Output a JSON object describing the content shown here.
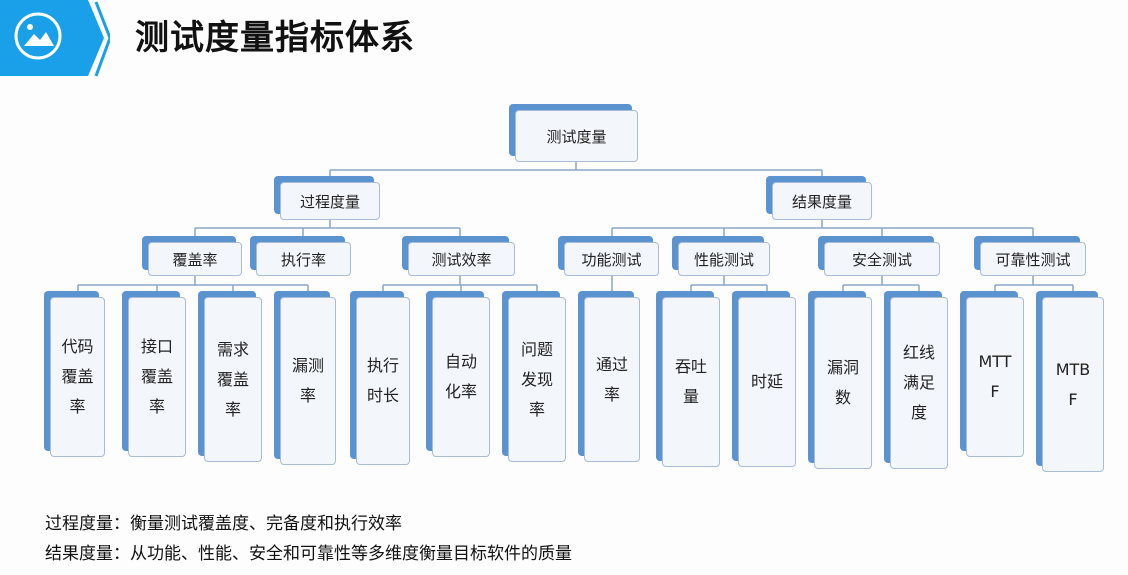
{
  "title": "测试度量指标体系",
  "header_icon": "image-icon",
  "colors": {
    "accent": "#1aa0e8",
    "node_shadow": "#5b93d0",
    "line": "#8aa6c4"
  },
  "tree": {
    "root": "测试度量",
    "level1": [
      "过程度量",
      "结果度量"
    ],
    "level2": [
      "覆盖率",
      "执行率",
      "测试效率",
      "功能测试",
      "性能测试",
      "安全测试",
      "可靠性测试"
    ],
    "leaves": [
      "代码\n覆盖\n率",
      "接口\n覆盖\n率",
      "需求\n覆盖\n率",
      "漏测\n率",
      "执行\n时长",
      "自动\n化率",
      "问题\n发现\n率",
      "通过\n率",
      "吞吐\n量",
      "时延",
      "漏洞\n数",
      "红线\n满足\n度",
      "MTT\nF",
      "MTB\nF"
    ]
  },
  "notes": [
    "过程度量：衡量测试覆盖度、完备度和执行效率",
    "结果度量：从功能、性能、安全和可靠性等多维度衡量目标软件的质量"
  ]
}
